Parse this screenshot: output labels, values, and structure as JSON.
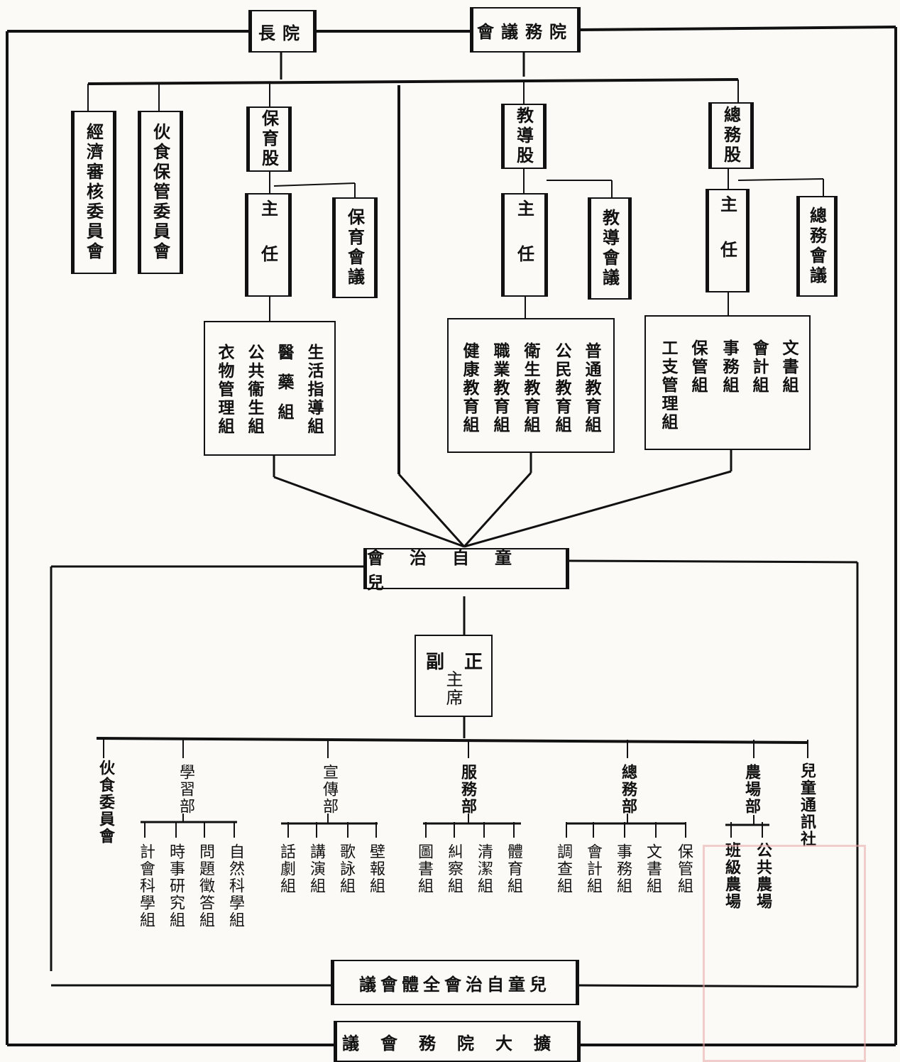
{
  "top": {
    "president": "長院",
    "council": "會議務院"
  },
  "committees": [
    "經濟審核委員會",
    "伙食保管委員會"
  ],
  "departments": [
    {
      "name": "保育股",
      "head": "主任",
      "meeting": "保育會議",
      "groups": [
        "生活指導組",
        "醫藥組",
        "公共衞生組",
        "衣物管理組"
      ]
    },
    {
      "name": "教導股",
      "head": "主任",
      "meeting": "教導會議",
      "groups": [
        "普通教育組",
        "公民教育組",
        "衛生教育組",
        "職業教育組",
        "健康教育組"
      ]
    },
    {
      "name": "總務股",
      "head": "主任",
      "meeting": "總務會議",
      "groups": [
        "文書組",
        "會計組",
        "事務組",
        "保管組",
        "工支管理組"
      ]
    }
  ],
  "self_gov": {
    "title": "會治自童兒",
    "chair_main": "正",
    "chair_vice": "副",
    "chair_word": "主席"
  },
  "divisions": [
    {
      "name": "伙食委員會",
      "groups": []
    },
    {
      "name": "學習部",
      "groups": [
        "自然科學組",
        "問題徵答組",
        "時事研究組",
        "計會科學組"
      ]
    },
    {
      "name": "宣傳部",
      "groups": [
        "壁報組",
        "歌詠組",
        "講演組",
        "話劇組"
      ]
    },
    {
      "name": "服務部",
      "groups": [
        "體育組",
        "清潔組",
        "糾察組",
        "圖書組"
      ]
    },
    {
      "name": "總務部",
      "groups": [
        "保管組",
        "文書組",
        "事務組",
        "會計組",
        "調查組"
      ]
    },
    {
      "name": "農場部",
      "groups": [
        "公共農場",
        "班級農場"
      ]
    },
    {
      "name": "兒童通訊社",
      "groups": []
    }
  ],
  "bottom": {
    "general_meeting": "議會體全會治自童兒",
    "enlarged_council": "議會務院大擴"
  }
}
